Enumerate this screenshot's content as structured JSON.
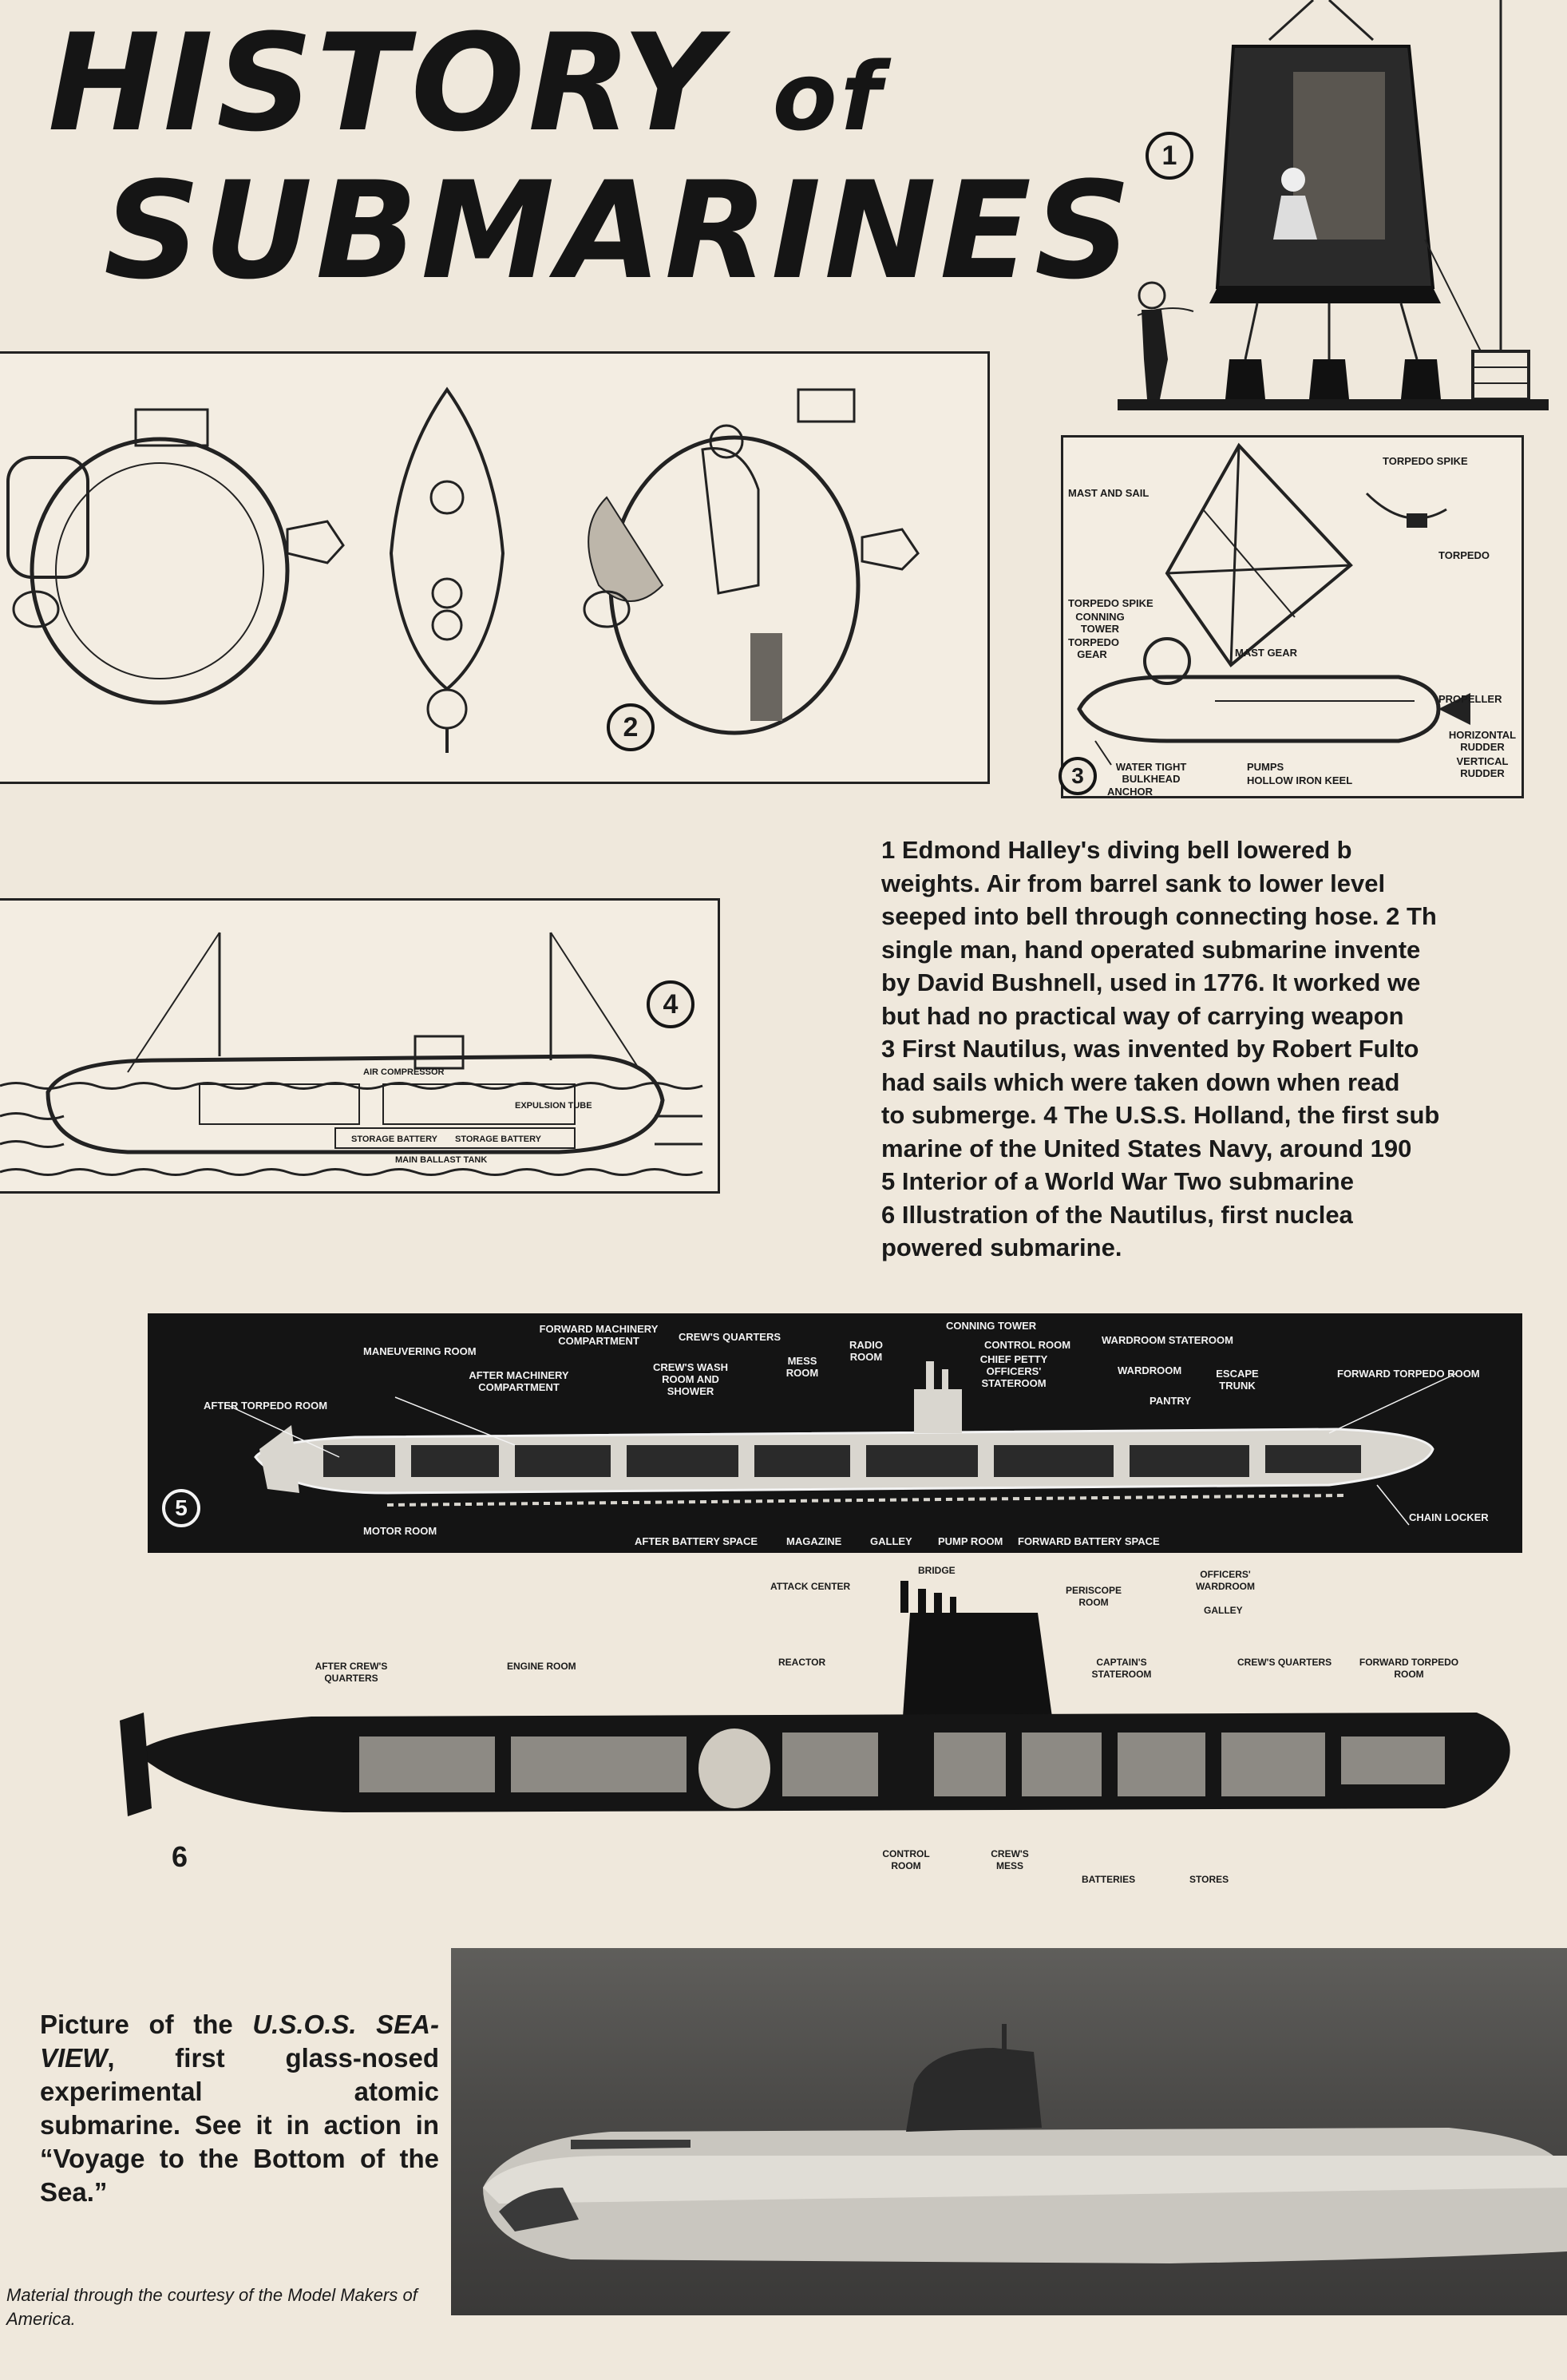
{
  "title": {
    "line1": "HISTORY",
    "line1_suffix": "of",
    "line2": "SUBMARINES"
  },
  "figures": {
    "fig1": {
      "number": "1"
    },
    "fig2": {
      "number": "2"
    },
    "fig3": {
      "number": "3",
      "labels": {
        "torpedo_spike_top": "TORPEDO SPIKE",
        "torpedo": "TORPEDO",
        "mast_and_sail": "MAST AND SAIL",
        "torpedo_spike": "TORPEDO SPIKE",
        "conning_tower": "CONNING TOWER",
        "torpedo_gear": "TORPEDO GEAR",
        "mast_gear": "MAST GEAR",
        "propeller": "PROPELLER",
        "horizontal_rudder": "HORIZONTAL RUDDER",
        "vertical_rudder": "VERTICAL RUDDER",
        "water_tight_bulkhead": "WATER TIGHT BULKHEAD",
        "anchor": "ANCHOR",
        "pumps": "PUMPS",
        "hollow_iron_keel": "HOLLOW IRON KEEL"
      }
    },
    "fig4": {
      "number": "4",
      "labels": {
        "air_compressor": "AIR COMPRESSOR",
        "expulsion_tube": "EXPULSION TUBE",
        "storage_battery_1": "STORAGE BATTERY",
        "storage_battery_2": "STORAGE BATTERY",
        "main_ballast_tank": "MAIN BALLAST TANK"
      }
    },
    "fig5": {
      "number": "5",
      "labels": {
        "maneuvering_room": "MANEUVERING ROOM",
        "forward_machinery": "FORWARD MACHINERY COMPARTMENT",
        "after_machinery": "AFTER MACHINERY COMPARTMENT",
        "crews_quarters": "CREW'S QUARTERS",
        "crews_wash": "CREW'S WASH ROOM AND SHOWER",
        "mess_room": "MESS ROOM",
        "radio_room": "RADIO ROOM",
        "conning_tower": "CONNING TOWER",
        "control_room": "CONTROL ROOM",
        "chief_petty": "CHIEF PETTY OFFICERS' STATEROOM",
        "wardroom_stateroom": "WARDROOM STATEROOM",
        "wardroom": "WARDROOM",
        "pantry": "PANTRY",
        "escape_trunk": "ESCAPE TRUNK",
        "forward_torpedo_room": "FORWARD TORPEDO ROOM",
        "after_torpedo_room": "AFTER TORPEDO ROOM",
        "motor_room": "MOTOR ROOM",
        "after_battery": "AFTER BATTERY SPACE",
        "magazine": "MAGAZINE",
        "galley": "GALLEY",
        "pump_room": "PUMP ROOM",
        "forward_battery": "FORWARD BATTERY SPACE",
        "chain_locker": "CHAIN LOCKER"
      }
    },
    "fig6": {
      "number": "6",
      "labels": {
        "bridge": "BRIDGE",
        "attack_center": "ATTACK CENTER",
        "periscope_room": "PERISCOPE ROOM",
        "officers_wardroom": "OFFICERS' WARDROOM",
        "galley": "GALLEY",
        "after_crews_quarters": "AFTER CREW'S QUARTERS",
        "engine_room": "ENGINE ROOM",
        "reactor": "REACTOR",
        "captains_stateroom": "CAPTAIN'S STATEROOM",
        "crews_quarters": "CREW'S QUARTERS",
        "forward_torpedo_room": "FORWARD TORPEDO ROOM",
        "control_room": "CONTROL ROOM",
        "crews_mess": "CREW'S MESS",
        "batteries": "BATTERIES",
        "stores": "STORES"
      }
    }
  },
  "caption_lines": [
    "1  Edmond Halley's diving bell lowered b",
    "weights. Air from barrel sank to lower level",
    "seeped into bell through connecting hose.  2  Th",
    "single man, hand operated submarine invente",
    "by David Bushnell, used in 1776. It worked we",
    "but had no practical way of carrying weapon",
    " 3  First Nautilus, was invented by Robert Fulto",
    "had sails which were taken down when read",
    "to submerge.  4  The U.S.S. Holland, the first sub",
    "marine of the United States Navy, around 190",
    " 5  Interior of a World War Two submarine",
    " 6  Illustration of the Nautilus, first nuclea",
    "powered submarine."
  ],
  "photo_caption": {
    "prefix": "Picture of the ",
    "ship_name": "U.S.O.S. SEA-VIEW",
    "body": ", first glass-nosed experimental atomic submarine. See it in action in “Voyage to the Bottom of the Sea.”"
  },
  "courtesy": "Material through the courtesy of the Model Makers of America."
}
